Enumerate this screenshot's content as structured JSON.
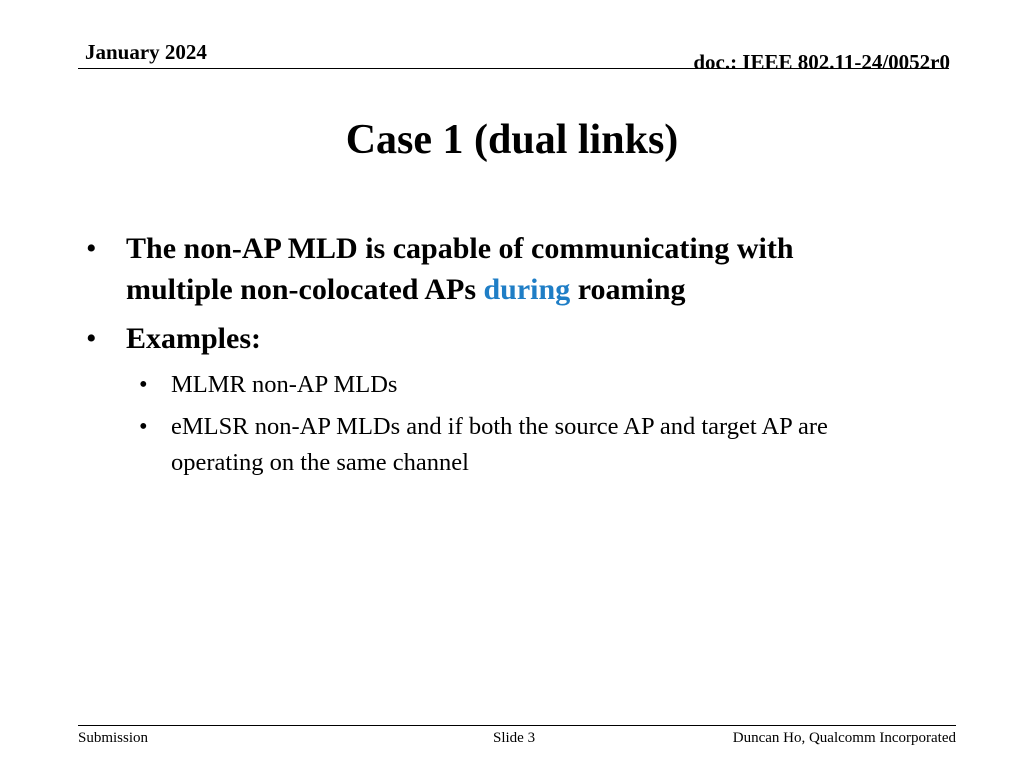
{
  "header": {
    "date": "January 2024",
    "doc_id": "doc.: IEEE 802.11-24/0052r0"
  },
  "slide": {
    "title": "Case 1 (dual links)",
    "bullets": [
      {
        "level": 1,
        "text_before": "The non-AP MLD is capable of communicating with multiple non-colocated APs ",
        "highlight": "during",
        "text_after": " roaming",
        "highlight_color": "#1f7ec6"
      },
      {
        "level": 1,
        "text": "Examples:"
      },
      {
        "level": 2,
        "text": "MLMR non-AP MLDs"
      },
      {
        "level": 2,
        "text": "eMLSR non-AP MLDs and if both the source AP and target AP are operating on the same channel"
      }
    ],
    "bullet_glyph": "•"
  },
  "footer": {
    "left": "Submission",
    "center": "Slide 3",
    "right": "Duncan Ho, Qualcomm Incorporated"
  }
}
